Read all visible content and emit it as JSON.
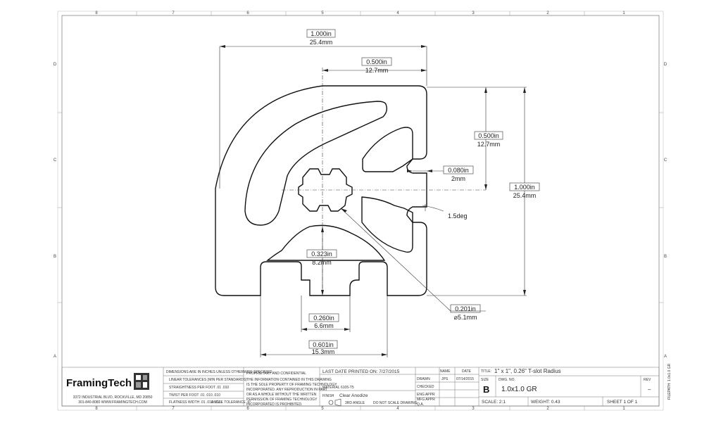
{
  "zones": {
    "top": [
      "8",
      "7",
      "6",
      "5",
      "4",
      "3",
      "2",
      "1"
    ],
    "side": [
      "D",
      "C",
      "B",
      "A"
    ]
  },
  "dimensions": {
    "overall_width": {
      "in": "1.000in",
      "mm": "25.4mm"
    },
    "half_width": {
      "in": "0.500in",
      "mm": "12.7mm"
    },
    "half_height": {
      "in": "0.500in",
      "mm": "12.7mm"
    },
    "overall_height": {
      "in": "1.000in",
      "mm": "25.4mm"
    },
    "slot_opening": {
      "in": "0.080in",
      "mm": "2mm"
    },
    "angle": "1.5deg",
    "slot_depth": {
      "in": "0.323in",
      "mm": "8.2mm"
    },
    "bore": {
      "in": "0.201in",
      "mm": "⌀5.1mm"
    },
    "slot_width": {
      "in": "0.260in",
      "mm": "6.6mm"
    },
    "tslot_width": {
      "in": "0.601in",
      "mm": "15.3mm"
    }
  },
  "title_block": {
    "logo": "FramingTech",
    "address_1": "3372 INDUSTRIAL BLVD, ROCKVILLE, MD 20850",
    "address_2": "301-840-8080  WWW.FRAMINGTECH.COM",
    "tolerance_title": "DIMENSIONS ARE IN INCHES UNLESS OTHERWISE SPECIFIED",
    "tol_rows": [
      "LINEAR TOLERANCES (MIN PER STANDARDS)",
      "STRAIGHTNESS PER FOOT   .01  .010",
      "TWIST PER FOOT   .01  .010  .010",
      "FLATNESS WIDTH   .01  .010  .010",
      "ANGLE TOLERANCE   .5°"
    ],
    "proprietary_title": "PROPRIETARY AND CONFIDENTIAL",
    "proprietary_text": [
      "THE INFORMATION CONTAINED IN THIS DRAWING",
      "IS THE SOLE PROPERTY OF FRAMING TECHNOLOGY",
      "INCORPORATED. ANY REPRODUCTION IN PART",
      "OR AS A WHOLE WITHOUT THE WRITTEN",
      "PERMISSION OF FRAMING TECHNOLOGY",
      "INCORPORATED IS PROHIBITED."
    ],
    "last_printed": "LAST DATE PRINTED ON: 7/27/2015",
    "material_label": "MATERIAL",
    "material": "6105-T5",
    "finish_label": "FINISH",
    "finish": "Clear Anodize",
    "third_angle": "3RD ANGLE",
    "no_scale": "DO NOT SCALE DRAWING",
    "name_hdr": "NAME",
    "date_hdr": "DATE",
    "rows": [
      "DRAWN",
      "CHECKED",
      "ENG APPR",
      "MFG APPR",
      "Q.A."
    ],
    "drawn_name": "JPS",
    "drawn_date": "07/14/2015",
    "title_label": "TITLE:",
    "title": "1\" x 1\", 0.26\" T-slot Radius",
    "size_label": "SIZE",
    "size": "B",
    "dwg_label": "DWG. NO.",
    "dwg_no": "1.0x1.0 GR",
    "rev_label": "REV",
    "rev": "–",
    "scale": "SCALE: 2:1",
    "weight": "WEIGHT: 0.43",
    "sheet": "SHEET 1 OF 1",
    "side_label": "FILEPATH: 1.0x1.0 GR"
  }
}
